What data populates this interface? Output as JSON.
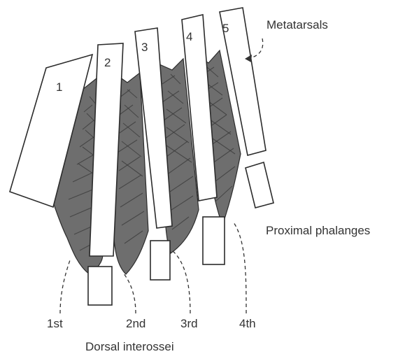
{
  "labels": {
    "metatarsals": "Metatarsals",
    "proximal_phalanges": "Proximal phalanges",
    "dorsal_interossei": "Dorsal interossei"
  },
  "metatarsal_numbers": [
    "1",
    "2",
    "3",
    "4",
    "5"
  ],
  "interossei": [
    "1st",
    "2nd",
    "3rd",
    "4th"
  ],
  "colors": {
    "muscle": "#6e6e6e",
    "outline": "#2b2b2b",
    "text": "#333333",
    "background": "#ffffff"
  }
}
